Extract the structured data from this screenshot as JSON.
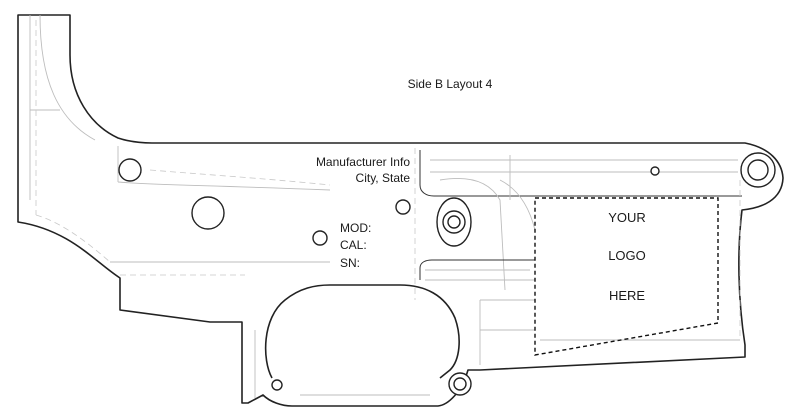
{
  "layout_title": "Side B Layout 4",
  "manufacturer": {
    "line1": "Manufacturer Info",
    "line2": "City, State"
  },
  "markings": {
    "model": "MOD:",
    "caliber": "CAL:",
    "serial": "SN:"
  },
  "logo_area": {
    "line1": "YOUR",
    "line2": "LOGO",
    "line3": "HERE"
  }
}
